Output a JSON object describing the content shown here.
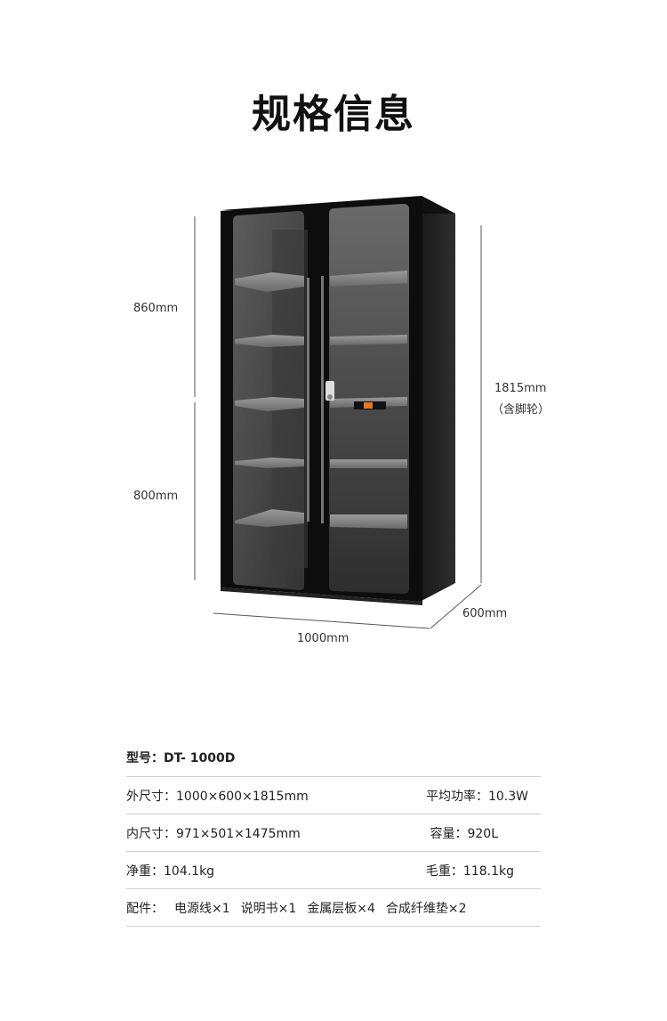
{
  "page": {
    "title": "规格信息"
  },
  "dimensions": {
    "upper_height": "860mm",
    "lower_height": "800mm",
    "total_height": "1815mm",
    "total_height_note": "（含脚轮）",
    "depth": "600mm",
    "width": "1000mm"
  },
  "display_panel": {
    "icon": "digital-display-icon",
    "accent_color": "#e8761f"
  },
  "specs": {
    "model_label": "型号：",
    "model_value": "DT- 1000D",
    "outer_size_label": "外尺寸：",
    "outer_size_value": "1000×600×1815mm",
    "power_label": "平均功率：",
    "power_value": "10.3W",
    "inner_size_label": "内尺寸：",
    "inner_size_value": "971×501×1475mm",
    "capacity_label": "容量：",
    "capacity_value": "920L",
    "net_weight_label": "净重：",
    "net_weight_value": "104.1kg",
    "gross_weight_label": "毛重：",
    "gross_weight_value": "118.1kg",
    "accessories_label": "配件：",
    "accessories": [
      "电源线×1",
      "说明书×1",
      "金属层板×4",
      "合成纤维垫×2"
    ]
  }
}
